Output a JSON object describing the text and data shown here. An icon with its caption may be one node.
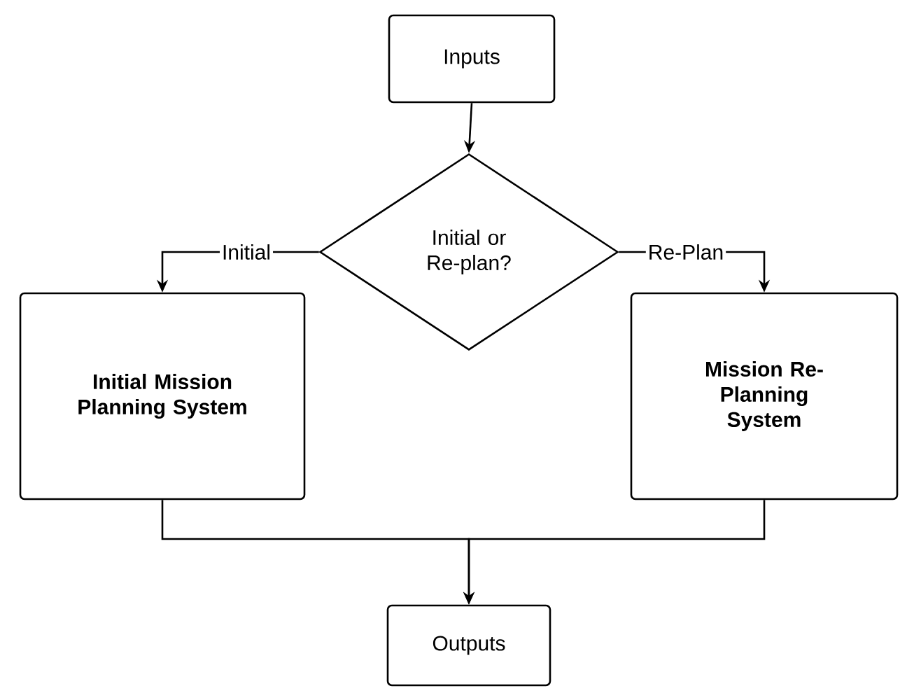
{
  "diagram": {
    "nodes": [
      {
        "text": [
          "Inputs"
        ]
      },
      {
        "text": [
          "Initial or Re-plan?"
        ]
      },
      {
        "text": [
          "Initial Mission Planning System"
        ]
      },
      {
        "text": [
          "Mission Re-Planning System"
        ]
      },
      {
        "text": [
          "Outputs"
        ]
      }
    ],
    "edges": [
      {
        "from": 0,
        "to": 1,
        "arrow": "to"
      },
      {
        "from": 1,
        "to": 2,
        "arrow": "to",
        "label": "Initial"
      },
      {
        "from": 1,
        "to": 3,
        "arrow": "to",
        "label": "Re-Plan"
      },
      {
        "from": 2,
        "to": 4,
        "arrow": "to"
      },
      {
        "from": 3,
        "to": 4,
        "arrow": "to"
      }
    ]
  }
}
